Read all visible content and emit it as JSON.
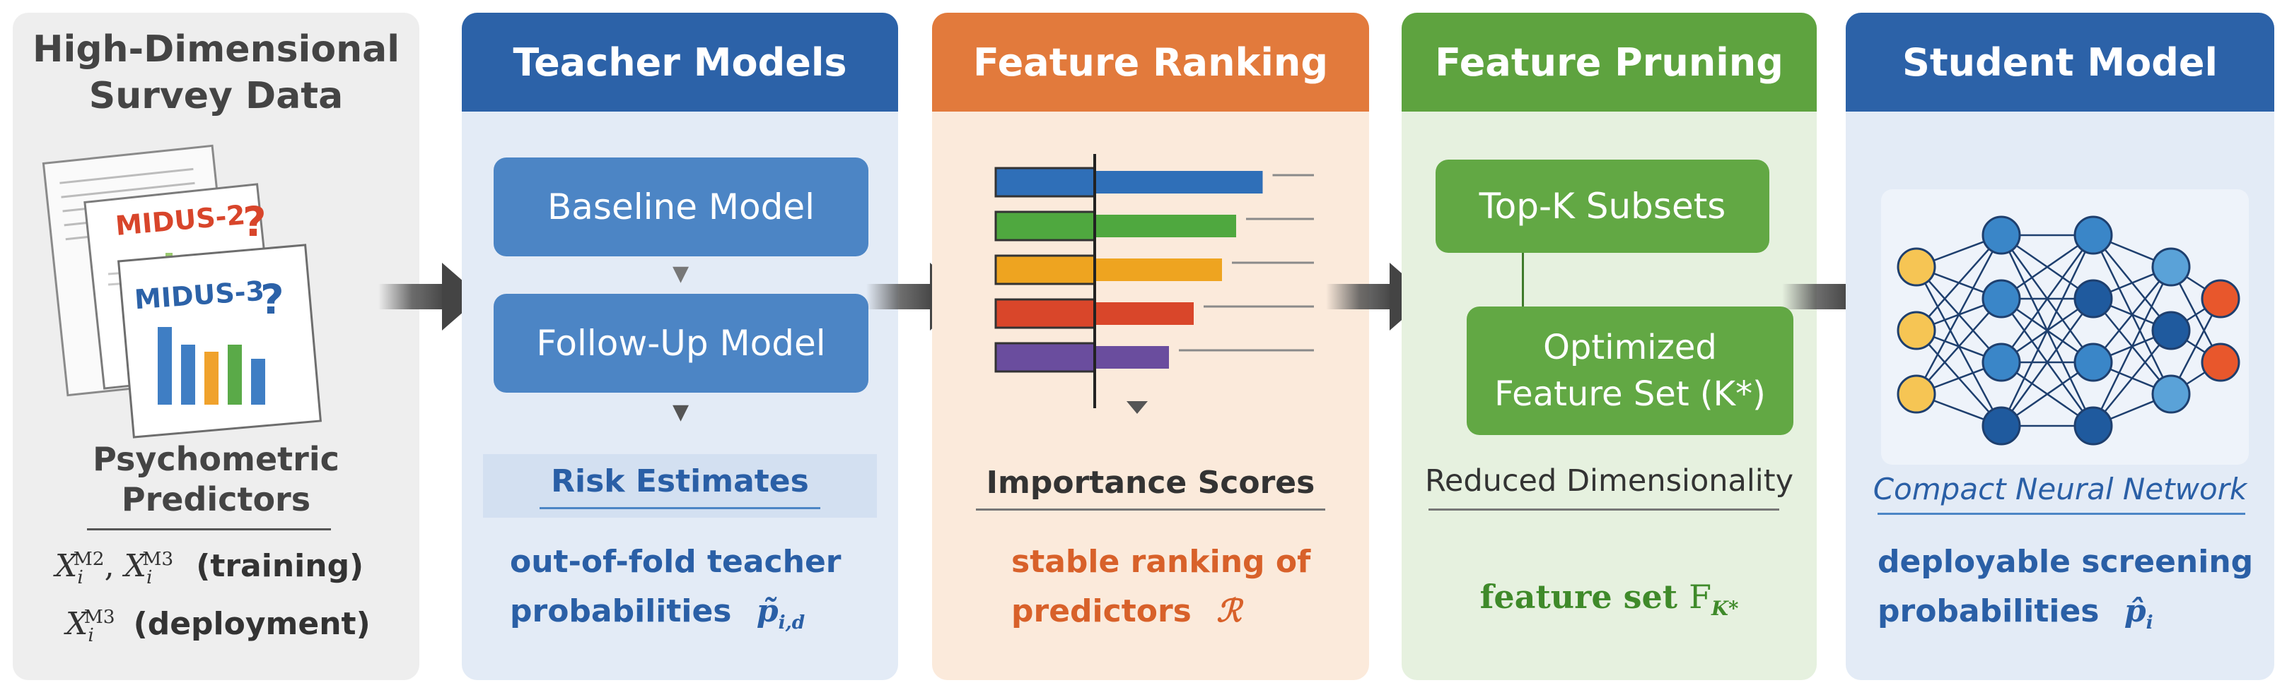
{
  "panels": {
    "survey": {
      "title_line1": "High-Dimensional",
      "title_line2": "Survey Data",
      "doc1_label": "MIDUS-2",
      "doc2_label": "MIDUS-3",
      "question_mark": "?",
      "subtitle_line1": "Psychometric",
      "subtitle_line2": "Predictors",
      "training_note": "(training)",
      "deployment_note": "(deployment)",
      "x_symbol": "X",
      "x_sub": "i",
      "sup_m2": "M2",
      "sup_m3": "M3",
      "comma": ","
    },
    "teacher": {
      "title": "Teacher Models",
      "box1": "Baseline Model",
      "box2": "Follow-Up Model",
      "section_label": "Risk Estimates",
      "desc_line1": "out-of-fold teacher",
      "desc_line2": "probabilities",
      "symbol": "p̃",
      "symbol_sub": "i,d"
    },
    "ranking": {
      "title": "Feature Ranking",
      "section_label": "Importance Scores",
      "desc_line1": "stable ranking of",
      "desc_line2": "predictors",
      "symbol": "ℛ",
      "bars": [
        {
          "color": "#2f6fb8",
          "value": 0.95
        },
        {
          "color": "#4fa83f",
          "value": 0.8
        },
        {
          "color": "#eea420",
          "value": 0.72
        },
        {
          "color": "#d9462a",
          "value": 0.56
        },
        {
          "color": "#6a4d9e",
          "value": 0.42
        }
      ]
    },
    "pruning": {
      "title": "Feature Pruning",
      "box1": "Top-K Subsets",
      "box2_line1": "Optimized",
      "box2_line2": "Feature Set (K*)",
      "section_label": "Reduced Dimensionality",
      "desc": "feature set",
      "symbol": "F",
      "symbol_sub": "K*"
    },
    "student": {
      "title": "Student Model",
      "section_label": "Compact Neural Network",
      "desc_line1": "deployable screening",
      "desc_line2": "probabilities",
      "symbol": "p̂",
      "symbol_sub": "i"
    }
  },
  "colors": {
    "teacher_header": "#2c62a8",
    "ranking_header": "#e27a3c",
    "pruning_header": "#5ea33f",
    "student_header": "#2c62a8",
    "blue_text": "#2a5fa6",
    "orange_text": "#d8612a",
    "green_text": "#3f8a2a"
  }
}
